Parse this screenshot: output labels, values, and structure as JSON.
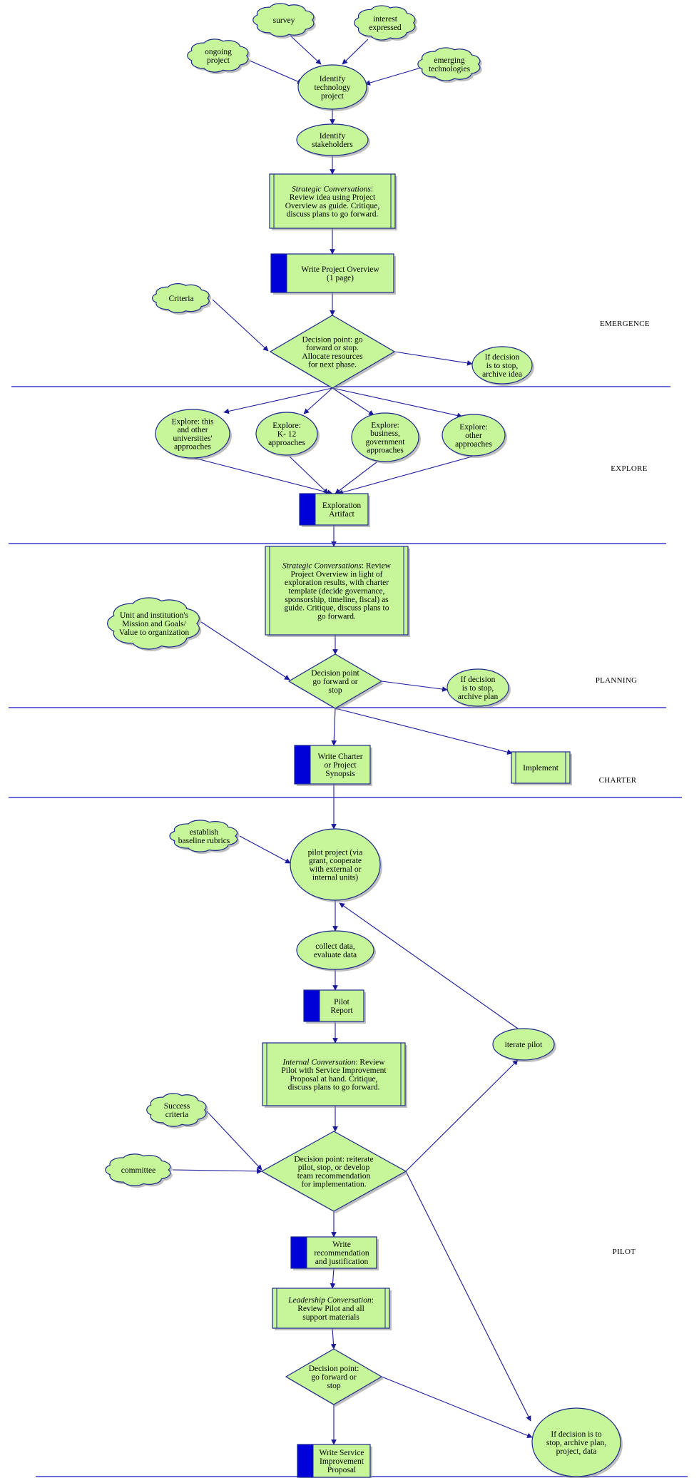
{
  "phases": {
    "emergence": "EMERGENCE",
    "explore": "EXPLORE",
    "planning": "PLANNING",
    "charter": "CHARTER",
    "pilot": "PILOT"
  },
  "nodes": {
    "survey": [
      "survey"
    ],
    "interest": [
      "interest",
      "expressed"
    ],
    "ongoing": [
      "ongoing",
      "project"
    ],
    "emerging": [
      "emerging",
      "technologies"
    ],
    "identify_project": [
      "Identify",
      "technology",
      "project"
    ],
    "identify_stakeholders": [
      "Identify",
      "stakeholders"
    ],
    "strategic1": [
      "|Strategic Conversations:",
      "Review idea using Project",
      "Overview as guide. Critique,",
      "discuss plans to go forward."
    ],
    "write_overview": [
      "Write Project Overview",
      "(1 page)"
    ],
    "criteria": [
      "Criteria"
    ],
    "decision1": [
      "Decision point: go",
      "forward or stop.",
      "Allocate resources",
      "for next phase."
    ],
    "archive_idea": [
      "If decision",
      "is to stop,",
      "archive idea"
    ],
    "explore_univ": [
      "Explore: this",
      "and other",
      "universities'",
      "approaches"
    ],
    "explore_k12": [
      "Explore:",
      "K- 12",
      "approaches"
    ],
    "explore_biz": [
      "Explore:",
      "business,",
      "government",
      "approaches"
    ],
    "explore_other": [
      "Explore:",
      "other",
      "approaches"
    ],
    "exploration_artifact": [
      "Exploration",
      "Artifact"
    ],
    "strategic2": [
      "|Strategic Conversations: Review",
      "Project Overview in light of",
      "exploration results, with charter",
      "template (decide governance,",
      "sponsorship, timeline, fiscal) as",
      "guide. Critique, discuss plans to",
      "go forward."
    ],
    "mission": [
      "Unit and institution's",
      "Mission and Goals/",
      "Value to organization"
    ],
    "decision2": [
      "Decision point",
      "go forward or",
      "stop"
    ],
    "archive_plan": [
      "If decision",
      "is to stop,",
      "archive plan"
    ],
    "write_charter": [
      "Write Charter",
      "or Project",
      "Synopsis"
    ],
    "implement": [
      "Implement"
    ],
    "baseline": [
      "establish",
      "baseline rubrics"
    ],
    "pilot_project": [
      "pilot project (via",
      "grant, cooperate",
      "with external or",
      "internal units)"
    ],
    "collect_data": [
      "collect data,",
      "evaluate data"
    ],
    "pilot_report": [
      "Pilot",
      "Report"
    ],
    "internal_conv": [
      "|Internal Conversation: Review",
      "Pilot with Service Improvement",
      "Proposal at hand. Critique,",
      "discuss plans to go forward."
    ],
    "iterate": [
      "iterate pilot"
    ],
    "success": [
      "Success",
      "criteria"
    ],
    "committee": [
      "committee"
    ],
    "decision3": [
      "Decision point: reiterate",
      "pilot, stop, or develop",
      "team recommendation",
      "for implementation."
    ],
    "write_rec": [
      "Write",
      "recommendation",
      "and justification"
    ],
    "leadership": [
      "|Leadership Conversation:",
      "Review Pilot and all",
      "support materials"
    ],
    "decision4": [
      "Decision point:",
      "go forward or",
      "stop"
    ],
    "archive_all": [
      "If decision is to",
      "stop, archive plan,",
      "project, data"
    ],
    "write_sip": [
      "Write Service",
      "Improvement",
      "Proposal"
    ]
  }
}
